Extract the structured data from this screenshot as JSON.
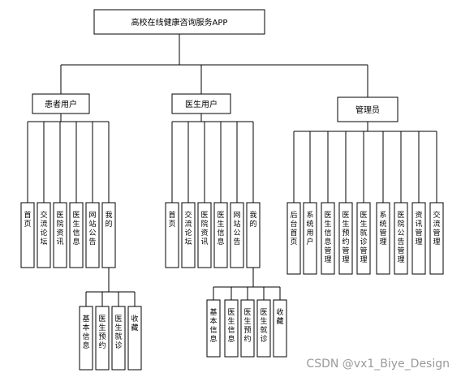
{
  "root": "高校在线健康咨询服务APP",
  "groups": [
    {
      "title": "患者用户",
      "items": [
        "首页",
        "交流论坛",
        "医院资讯",
        "医生信息",
        "网站公告",
        "我的"
      ],
      "sub": [
        "基本信息",
        "医生预约",
        "医生就诊",
        "收藏"
      ]
    },
    {
      "title": "医生用户",
      "items": [
        "首页",
        "交流论坛",
        "医院资讯",
        "医生信息",
        "网站公告",
        "我的"
      ],
      "sub": [
        "基本信息",
        "医生信息",
        "医生预约",
        "医生就诊",
        "收藏"
      ]
    },
    {
      "title": "管理员",
      "items": [
        "后台首页",
        "系统用户",
        "医生信息管理",
        "医生预约管理",
        "医生就诊管理",
        "系统管理",
        "医院公告管理",
        "资讯管理",
        "交流管理"
      ]
    }
  ],
  "watermark": "CSDN @vx1_Biye_Design"
}
